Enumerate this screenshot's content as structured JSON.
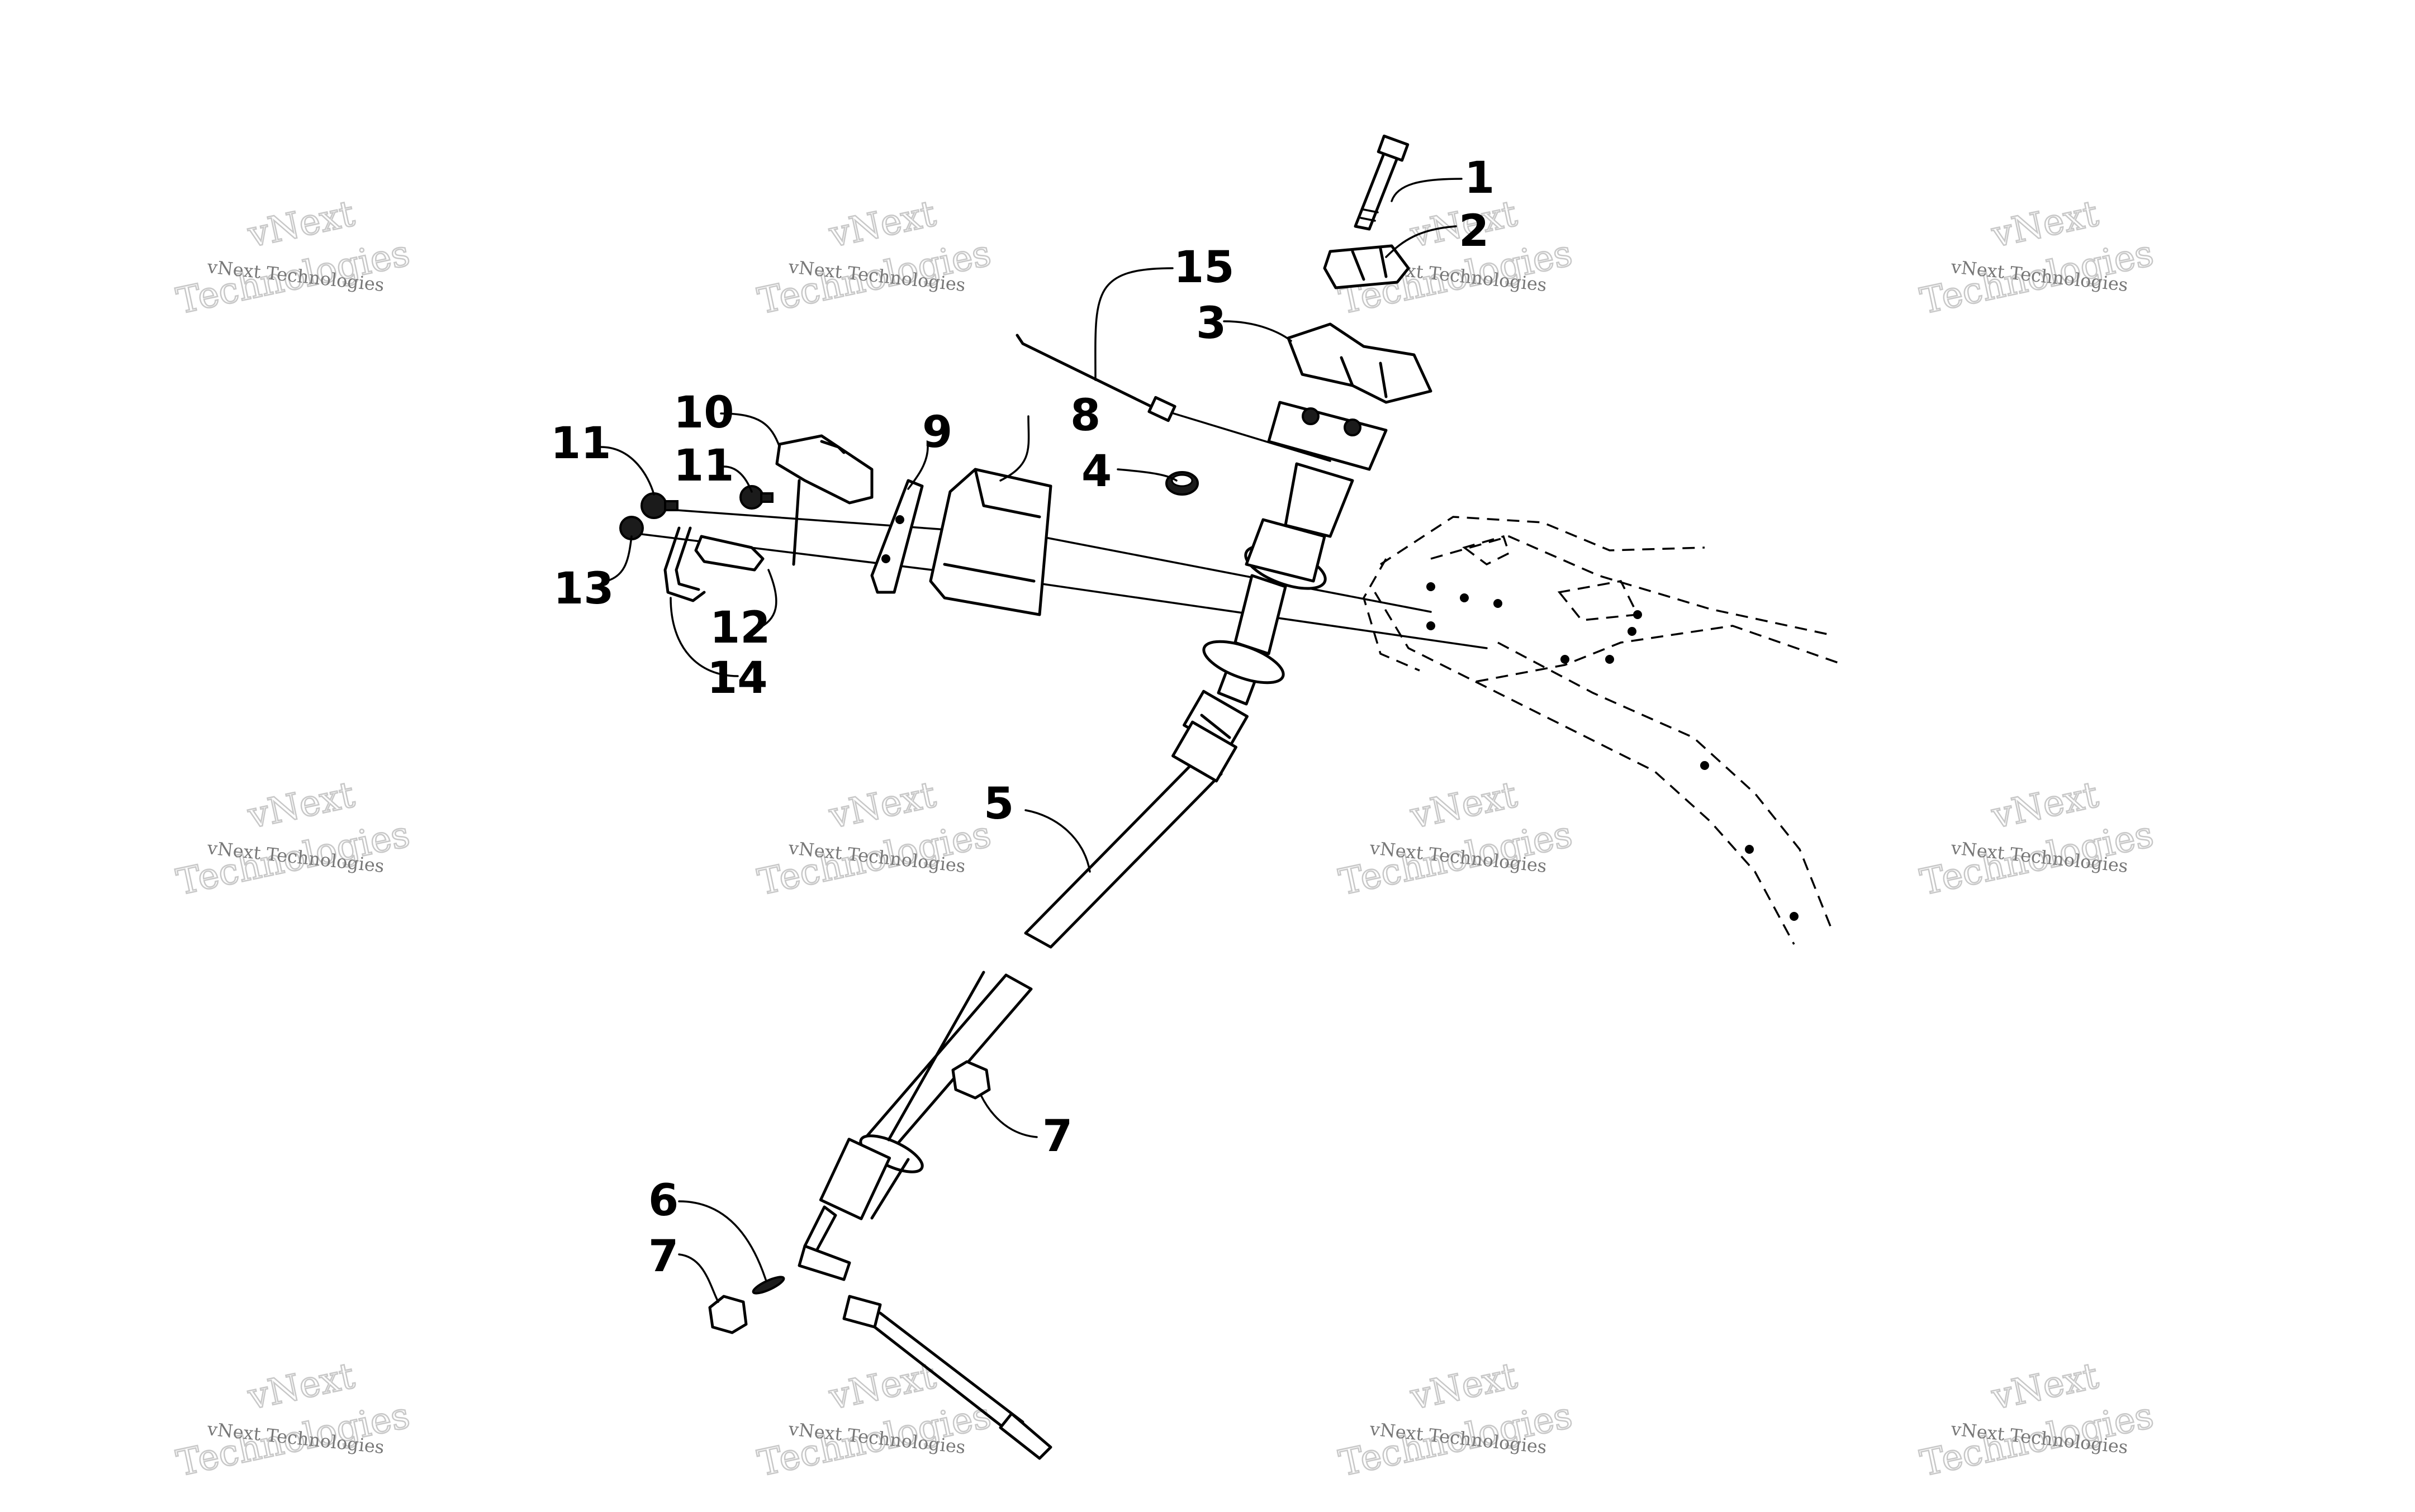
{
  "watermark": {
    "small": "vNext Technologies",
    "large": "Technologies",
    "top": "vNext"
  },
  "callouts": [
    {
      "id": "c1",
      "label": "1"
    },
    {
      "id": "c2",
      "label": "2"
    },
    {
      "id": "c3",
      "label": "3"
    },
    {
      "id": "c4",
      "label": "4"
    },
    {
      "id": "c5",
      "label": "5"
    },
    {
      "id": "c6",
      "label": "6"
    },
    {
      "id": "c7a",
      "label": "7"
    },
    {
      "id": "c7b",
      "label": "7"
    },
    {
      "id": "c8",
      "label": "8"
    },
    {
      "id": "c9",
      "label": "9"
    },
    {
      "id": "c10",
      "label": "10"
    },
    {
      "id": "c11a",
      "label": "11"
    },
    {
      "id": "c11b",
      "label": "11"
    },
    {
      "id": "c12",
      "label": "12"
    },
    {
      "id": "c13",
      "label": "13"
    },
    {
      "id": "c14",
      "label": "14"
    },
    {
      "id": "c15",
      "label": "15"
    }
  ]
}
